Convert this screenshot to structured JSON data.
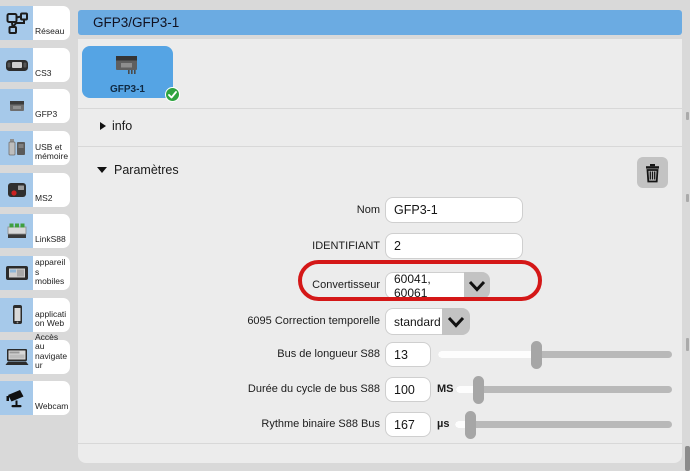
{
  "window": {
    "title": "GFP3/GFP3-1"
  },
  "sidebar": {
    "items": [
      {
        "label": "Réseau",
        "icon": "network-icon"
      },
      {
        "label": "CS3",
        "icon": "cs3-console-icon"
      },
      {
        "label": "GFP3",
        "icon": "gfp3-module-icon"
      },
      {
        "label": "USB et mémoire",
        "icon": "usb-memory-icon"
      },
      {
        "label": "MS2",
        "icon": "ms2-controller-icon"
      },
      {
        "label": "LinkS88",
        "icon": "links88-module-icon"
      },
      {
        "label": "appareils mobiles",
        "icon": "mobile-devices-icon"
      },
      {
        "label": "application Web",
        "icon": "web-app-icon"
      },
      {
        "label": "Accès au navigateur",
        "icon": "browser-access-icon"
      },
      {
        "label": "Webcam",
        "icon": "webcam-icon"
      }
    ]
  },
  "device_tile": {
    "label": "GFP3-1",
    "status": "connected"
  },
  "sections": {
    "info": {
      "label": "info",
      "state": "collapsed"
    },
    "parametres": {
      "label": "Paramètres",
      "state": "expanded"
    }
  },
  "form": {
    "nom": {
      "label": "Nom",
      "value": "GFP3-1"
    },
    "identifiant": {
      "label": "IDENTIFIANT",
      "value": "2"
    },
    "convertisseur": {
      "label": "Convertisseur",
      "value": "60041, 60061"
    },
    "correction": {
      "label": "6095 Correction temporelle",
      "value": "standard"
    },
    "bus_longueur": {
      "label": "Bus de longueur S88",
      "value": "13",
      "unit": ""
    },
    "duree_cycle": {
      "label": "Durée du cycle de bus S88",
      "value": "100",
      "unit": "MS"
    },
    "rythme": {
      "label": "Rythme binaire S88 Bus",
      "value": "167",
      "unit": "µs"
    }
  },
  "annotation": {
    "type": "red-circle",
    "target": "convertisseur-row",
    "color": "#d41717"
  },
  "colors": {
    "titlebar_blue": "#6babe2",
    "tile_blue": "#55a4e4",
    "sidebar_icon_blue": "#a6c9ea",
    "panel_grey": "#ececec",
    "button_grey": "#c3c3c3",
    "status_green": "#2ea440",
    "annotation_red": "#d41717"
  }
}
